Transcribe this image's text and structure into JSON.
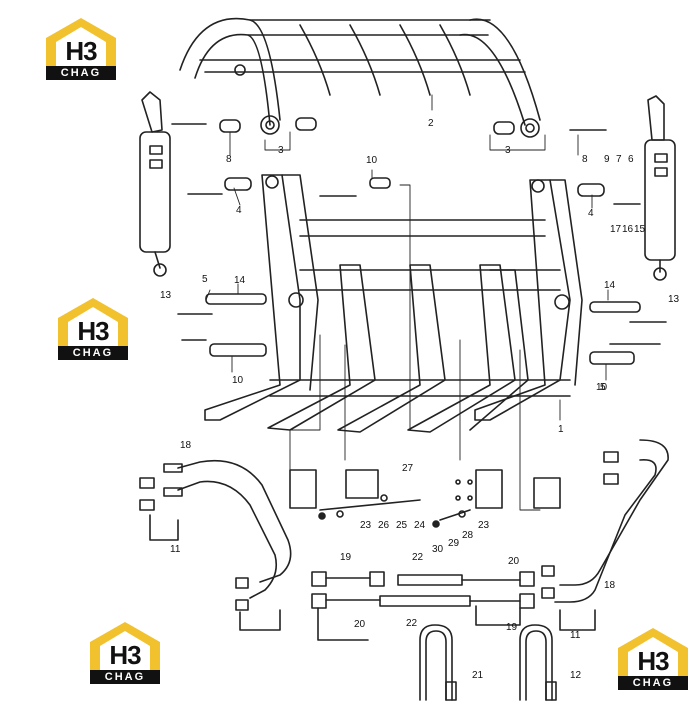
{
  "brand": {
    "logo_mark": "H3",
    "logo_text": "CHAG",
    "accent": "#f2c12e",
    "ink": "#111111"
  },
  "callouts": {
    "c1": "1",
    "c2": "2",
    "c3a": "3",
    "c3b": "3",
    "c4a": "4",
    "c4b": "4",
    "c5a": "5",
    "c5b": "5",
    "c6": "6",
    "c7": "7",
    "c8a": "8",
    "c8b": "8",
    "c9": "9",
    "c10a": "10",
    "c10b": "10",
    "c10c": "10",
    "c11a": "11",
    "c11b": "11",
    "c12": "12",
    "c13a": "13",
    "c13b": "13",
    "c14a": "14",
    "c14b": "14",
    "c15": "15",
    "c16": "16",
    "c17": "17",
    "c18a": "18",
    "c18b": "18",
    "c19a": "19",
    "c19b": "19",
    "c20a": "20",
    "c20b": "20",
    "c21": "21",
    "c22a": "22",
    "c22b": "22",
    "c23a": "23",
    "c23b": "23",
    "c24": "24",
    "c25": "25",
    "c26": "26",
    "c27": "27",
    "c28": "28",
    "c29": "29",
    "c30": "30"
  }
}
